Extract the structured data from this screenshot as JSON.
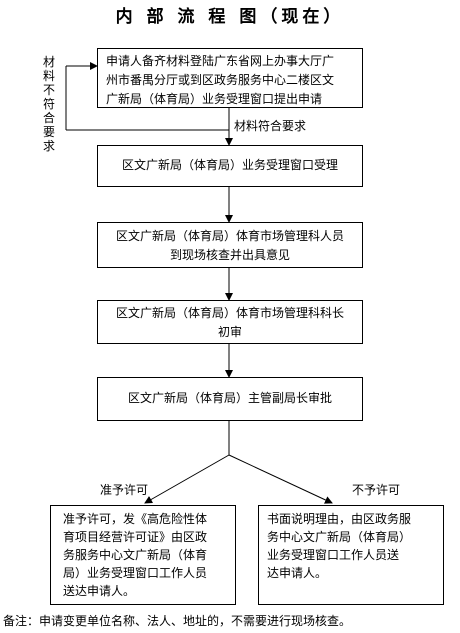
{
  "title": "内 部 流 程 图（现在）",
  "boxes": {
    "apply": [
      "申请人备齐材料登陆广东省网上办事大厅广",
      "州市番禺分厅或到区政务服务中心二楼区文",
      "广新局（体育局）业务受理窗口提出申请"
    ],
    "accept": "区文广新局（体育局）业务受理窗口受理",
    "inspect": [
      "区文广新局（体育局）体育市场管理科人员",
      "到现场核查并出具意见"
    ],
    "review": [
      "区文广新局（体育局）体育市场管理科科长",
      "初审"
    ],
    "approve": "区文广新局（体育局）主管副局长审批",
    "grant": [
      "准予许可，发《高危险性体",
      "育项目经营许可证》由区政",
      "务服务中心文广新局（体育",
      "局）业务受理窗口工作人员",
      "送达申请人。"
    ],
    "deny": [
      "书面说明理由，由区政务服",
      "务中心文广新局（体育局）",
      "业务受理窗口工作人员送",
      "达申请人。"
    ]
  },
  "labels": {
    "incomplete": "材料不符合要求",
    "complete": "材料符合要求",
    "grant": "准予许可",
    "deny": "不予许可"
  },
  "footnote": "备注：申请变更单位名称、法人、地址的，不需要进行现场核查。"
}
